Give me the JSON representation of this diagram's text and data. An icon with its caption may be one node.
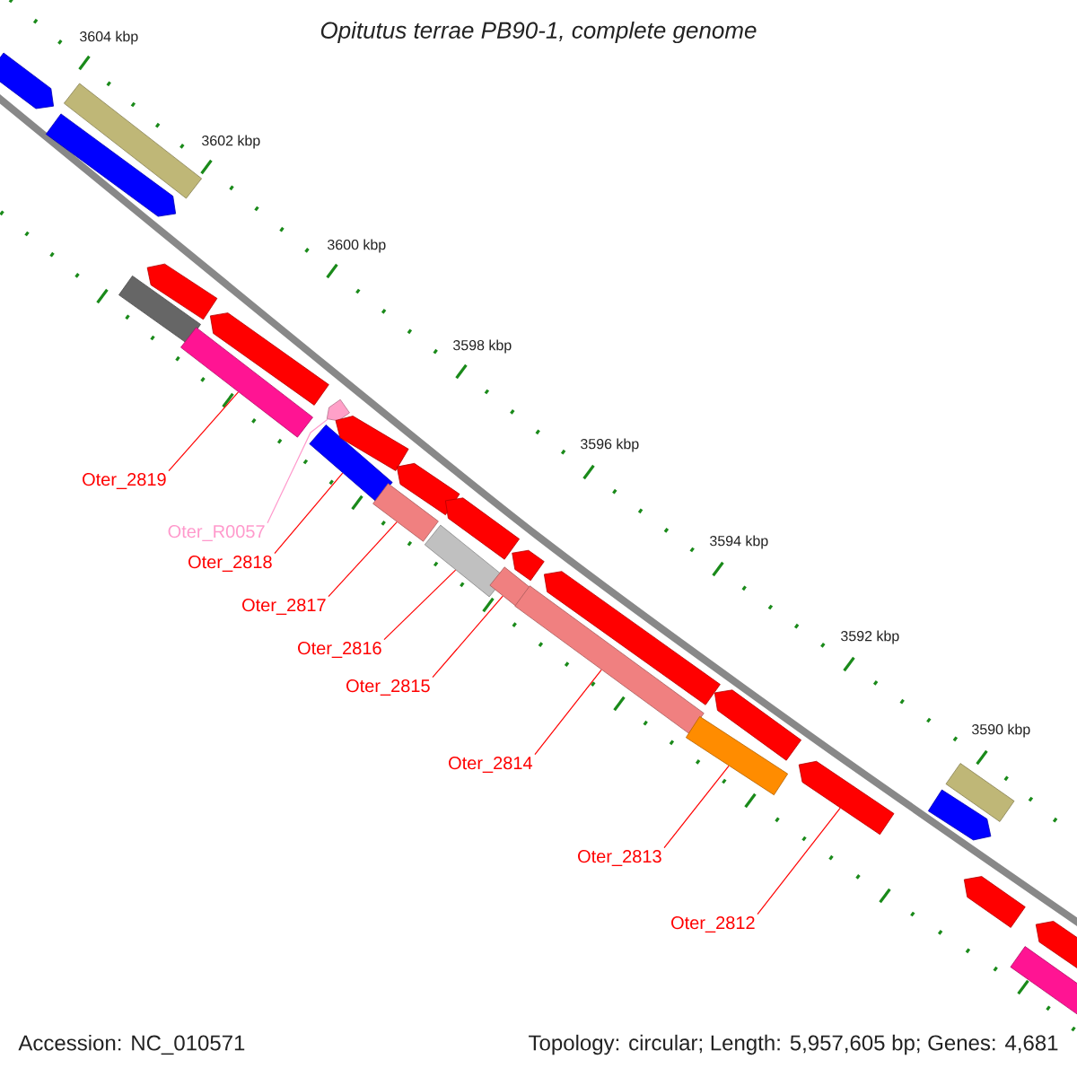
{
  "diagram": {
    "title": "Opitutus terrae PB90-1, complete genome",
    "nodes": [
      {
        "text": [],
        "shape": "arrow"
      },
      {
        "text": [],
        "shape": "box"
      },
      {
        "text": [],
        "shape": "arrow"
      },
      {
        "text": [],
        "shape": "arrow"
      },
      {
        "text": [],
        "shape": "box"
      },
      {
        "text": [],
        "shape": "box"
      },
      {
        "text": [],
        "shape": "arrow"
      },
      {
        "text": [],
        "shape": "arrow"
      },
      {
        "text": [],
        "shape": "box"
      },
      {
        "text": [],
        "shape": "arrow"
      },
      {
        "text": [],
        "shape": "arrow"
      },
      {
        "text": [],
        "shape": "box"
      },
      {
        "text": [],
        "shape": "arrow"
      },
      {
        "text": [],
        "shape": "box"
      },
      {
        "text": [],
        "shape": "arrow"
      },
      {
        "text": [],
        "shape": "box"
      },
      {
        "text": [],
        "shape": "arrow"
      },
      {
        "text": [],
        "shape": "box"
      },
      {
        "text": [],
        "shape": "arrow"
      },
      {
        "text": [],
        "shape": "box"
      },
      {
        "text": [],
        "shape": "arrow"
      },
      {
        "text": [],
        "shape": "box"
      },
      {
        "text": [],
        "shape": "arrow"
      },
      {
        "text": [],
        "shape": "arrow"
      },
      {
        "text": [],
        "shape": "box"
      },
      {
        "text": [],
        "shape": "arrow"
      },
      {
        "text": [
          "Oter_2819"
        ]
      },
      {
        "text": [
          "Oter_R0057"
        ]
      },
      {
        "text": [
          "Oter_2818"
        ]
      },
      {
        "text": [
          "Oter_2817"
        ]
      },
      {
        "text": [
          "Oter_2816"
        ]
      },
      {
        "text": [
          "Oter_2815"
        ]
      },
      {
        "text": [
          "Oter_2814"
        ]
      },
      {
        "text": [
          "Oter_2813"
        ]
      },
      {
        "text": [
          "Oter_2812"
        ]
      }
    ],
    "edges": [
      {
        "from": 26,
        "to": 5,
        "arrow": "none"
      },
      {
        "from": 27,
        "to": 7,
        "arrow": "none",
        "color": "#ff99cc"
      },
      {
        "from": 28,
        "to": 8,
        "arrow": "none"
      },
      {
        "from": 29,
        "to": 11,
        "arrow": "none"
      },
      {
        "from": 30,
        "to": 13,
        "arrow": "none"
      },
      {
        "from": 31,
        "to": 15,
        "arrow": "none"
      },
      {
        "from": 32,
        "to": 17,
        "arrow": "none"
      },
      {
        "from": 33,
        "to": 19,
        "arrow": "none"
      },
      {
        "from": 34,
        "to": 20,
        "arrow": "none"
      }
    ],
    "labels": [
      "3604 kbp",
      "3602 kbp",
      "3600 kbp",
      "3598 kbp",
      "3596 kbp",
      "3594 kbp",
      "3592 kbp",
      "3590 kbp",
      "Accession: NC_010571",
      "Topology: circular; Length: 5,957,605 bp; Genes: 4,681"
    ]
  }
}
